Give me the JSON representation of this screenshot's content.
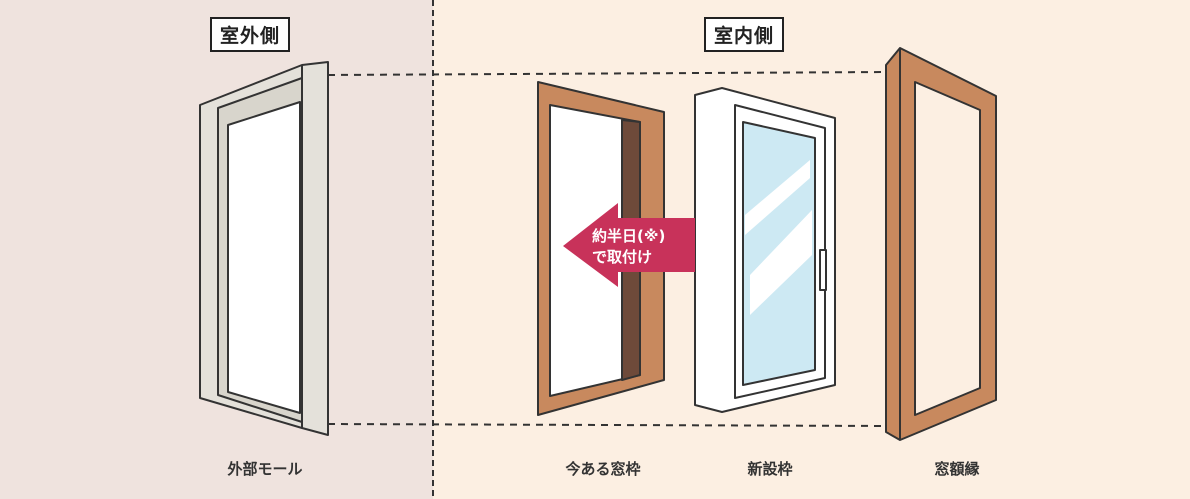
{
  "headings": {
    "outdoor": "室外側",
    "indoor": "室内側"
  },
  "captions": {
    "exterior_molding": "外部モール",
    "existing_frame": "今ある窓枠",
    "new_frame": "新設枠",
    "window_trim": "窓額縁"
  },
  "arrow": {
    "line1": "約半日(※)",
    "line2": "で取付け",
    "color": "#c8325a"
  },
  "colors": {
    "outdoor_bg": "#efe3de",
    "indoor_bg": "#fcefe2",
    "wood": "#c8895e",
    "glass": "#cde9f3"
  }
}
